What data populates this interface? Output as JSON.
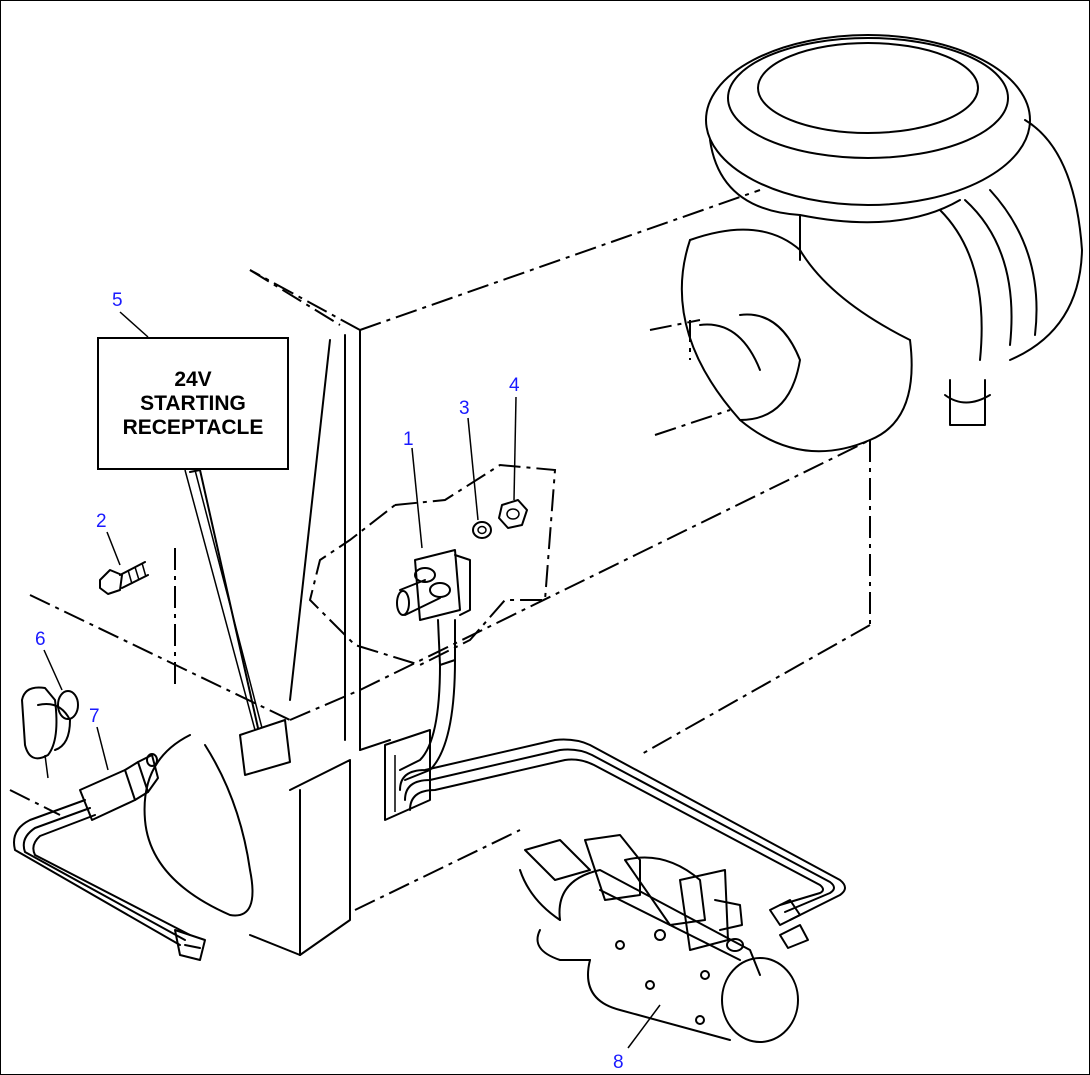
{
  "callouts": [
    {
      "id": "1",
      "label": "1"
    },
    {
      "id": "2",
      "label": "2"
    },
    {
      "id": "3",
      "label": "3"
    },
    {
      "id": "4",
      "label": "4"
    },
    {
      "id": "5",
      "label": "5"
    },
    {
      "id": "6",
      "label": "6"
    },
    {
      "id": "7",
      "label": "7"
    },
    {
      "id": "8",
      "label": "8"
    }
  ],
  "decal": {
    "line1": "24V",
    "line2": "STARTING",
    "line3": "RECEPTACLE"
  },
  "colors": {
    "callout_number": "#1a1aff",
    "line": "#000000",
    "background": "#ffffff"
  }
}
